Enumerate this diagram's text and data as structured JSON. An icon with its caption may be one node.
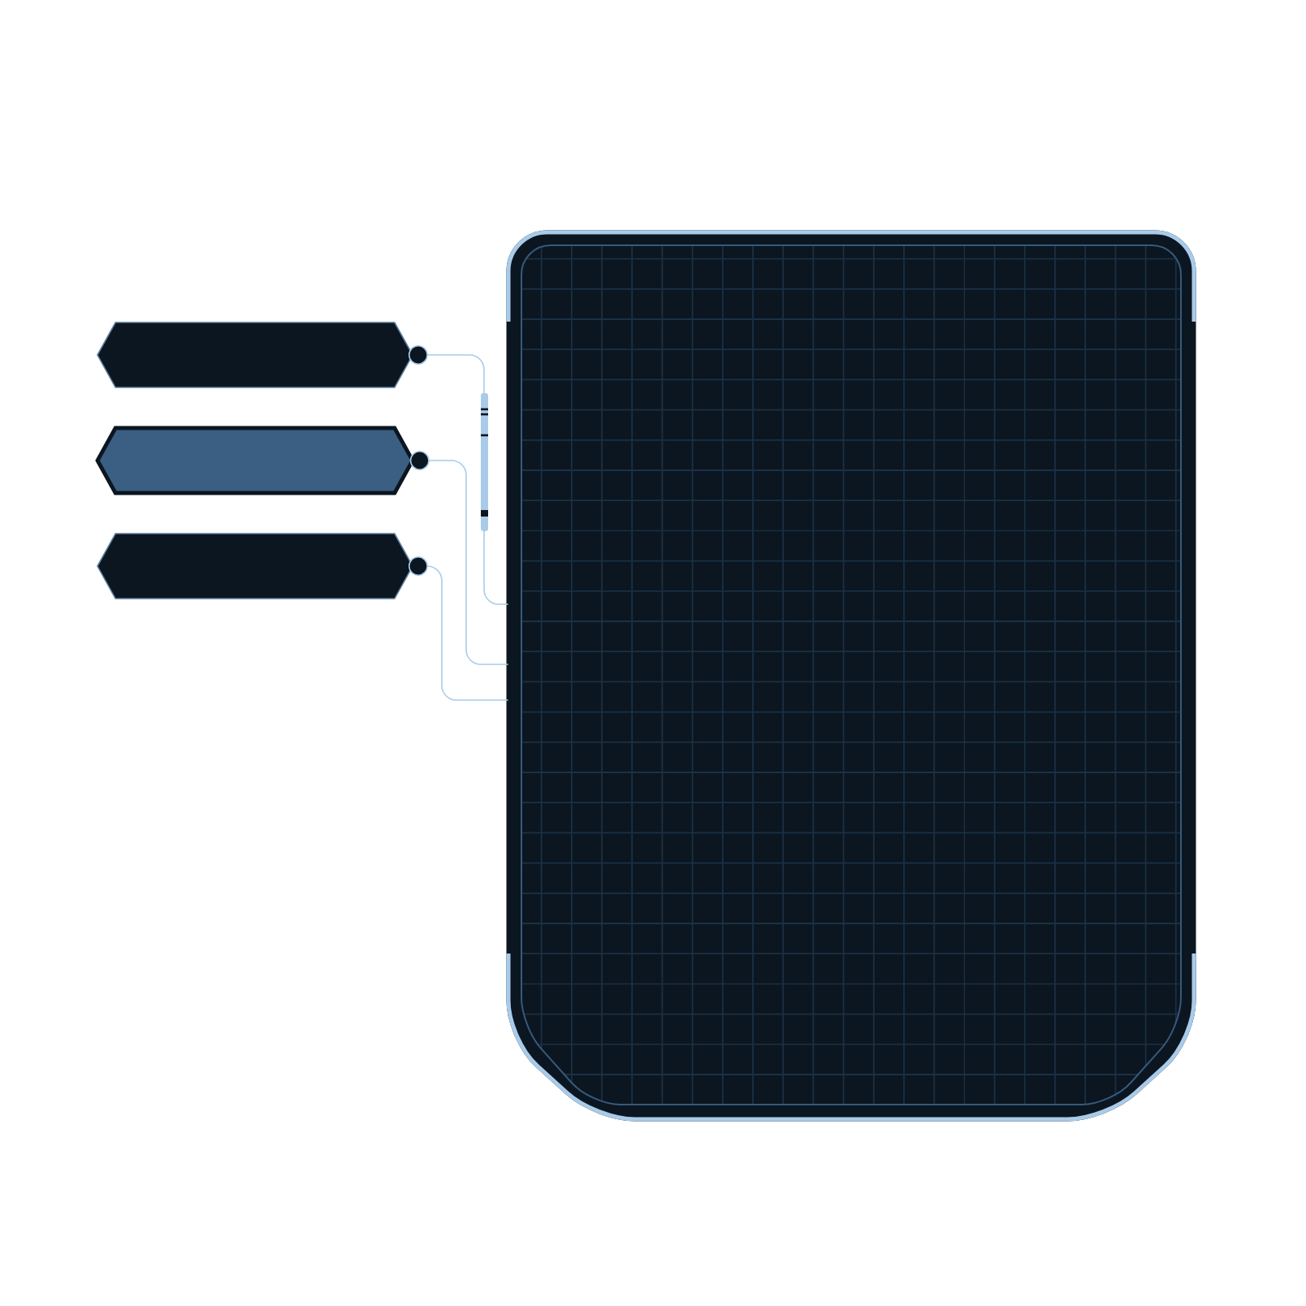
{
  "diagram": {
    "nodes": [
      {
        "text": [],
        "shape": "hexagon"
      },
      {
        "text": [],
        "shape": "hexagon"
      },
      {
        "text": [],
        "shape": "hexagon"
      },
      {
        "text": [],
        "shape": "box"
      }
    ],
    "edges": [
      {
        "from": 0,
        "to": 3,
        "arrow": "other"
      },
      {
        "from": 1,
        "to": 3,
        "arrow": "other"
      },
      {
        "from": 2,
        "to": 3,
        "arrow": "other"
      }
    ]
  }
}
